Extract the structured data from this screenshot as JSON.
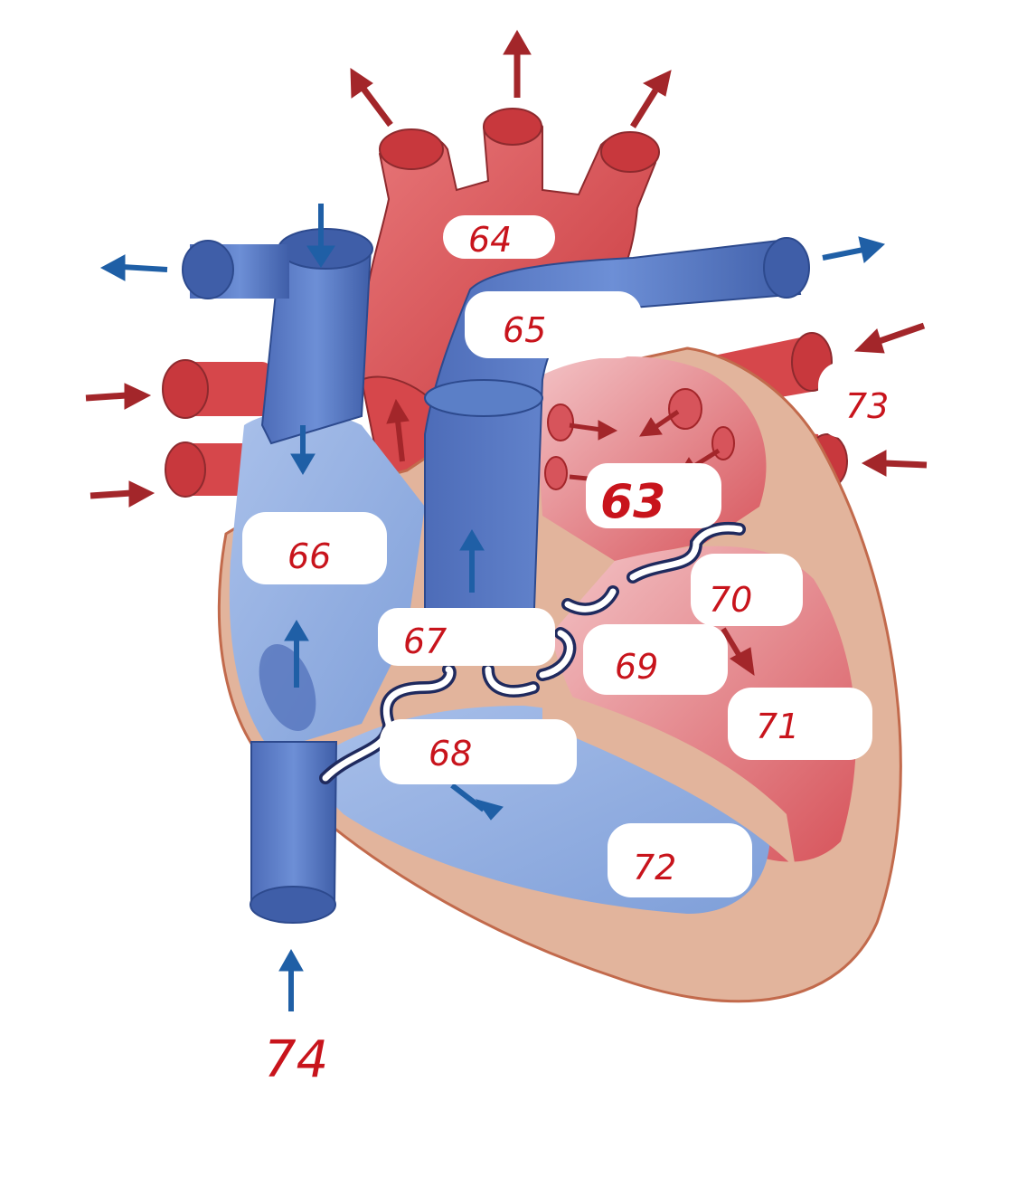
{
  "diagram": {
    "labels": {
      "l63": "63",
      "l64": "64",
      "l65": "65",
      "l66": "66",
      "l67": "67",
      "l68": "68",
      "l69": "69",
      "l70": "70",
      "l71": "71",
      "l72": "72",
      "l73": "73",
      "l74": "74"
    },
    "colors": {
      "oxygenated": "#d6474b",
      "deoxygenated": "#5b7fc7",
      "myocardium": "#e2b49c",
      "arrow_blue": "#1f5fa6",
      "arrow_red": "#a3262a",
      "label_ink": "#c8141c"
    }
  }
}
